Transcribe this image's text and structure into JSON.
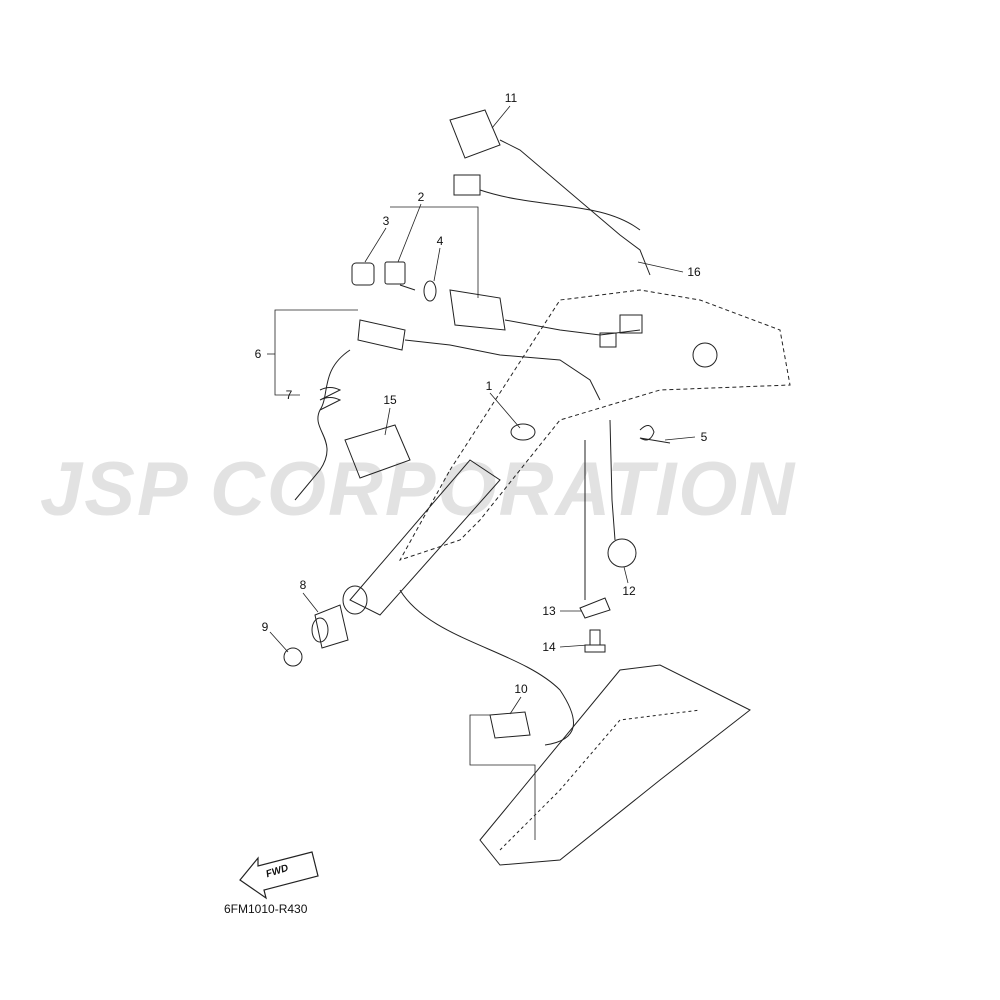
{
  "watermark": "JSP CORPORATION",
  "diagram_code": "6FM1010-R430",
  "direction_label": "FWD",
  "callouts": [
    "1",
    "2",
    "3",
    "4",
    "5",
    "6",
    "7",
    "8",
    "9",
    "10",
    "11",
    "12",
    "13",
    "14",
    "15",
    "16"
  ],
  "colors": {
    "line": "#222222",
    "watermark": "#e2e2e2"
  }
}
